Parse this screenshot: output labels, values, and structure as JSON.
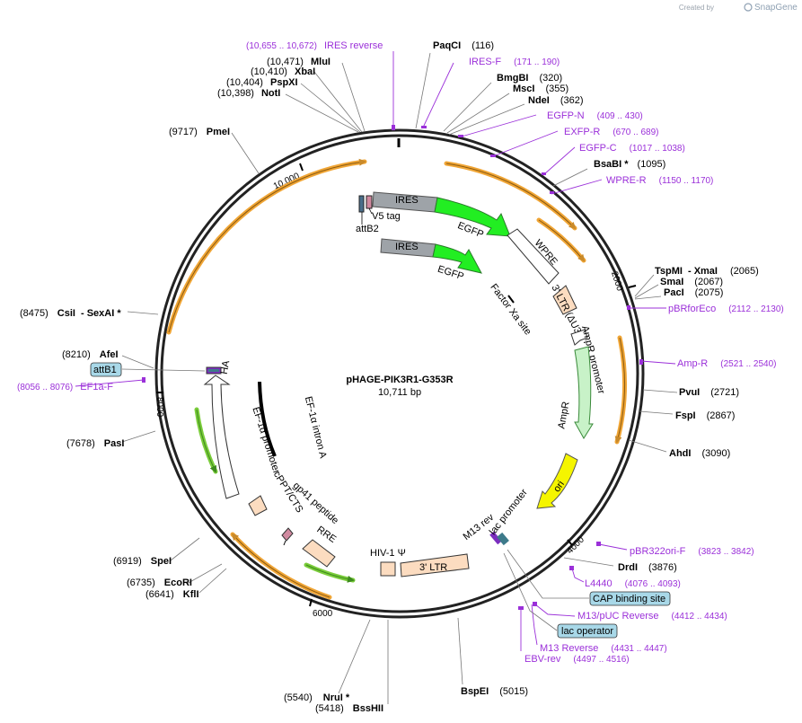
{
  "credit": {
    "prefix": "Created by",
    "brand": "SnapGene"
  },
  "plasmid": {
    "name": "pHAGE-PIK3R1-G353R",
    "size": "10,711 bp",
    "ticks": [
      "2000",
      "4000",
      "6000",
      "8000",
      "10,000"
    ]
  },
  "sites_enzyme": [
    {
      "id": "paqci",
      "name": "PaqCI",
      "suffix": "",
      "pos": "(116)"
    },
    {
      "id": "bmgbi",
      "name": "BmgBI",
      "suffix": "",
      "pos": "(320)"
    },
    {
      "id": "msci",
      "name": "MscI",
      "suffix": "",
      "pos": "(355)"
    },
    {
      "id": "ndei",
      "name": "NdeI",
      "suffix": "",
      "pos": "(362)"
    },
    {
      "id": "bsabi",
      "name": "BsaBI",
      "suffix": " *",
      "pos": "(1095)"
    },
    {
      "id": "tspmi",
      "name": "TspMI",
      "suffix": "",
      "pos": "(2065)"
    },
    {
      "id": "xmai",
      "name": "- XmaI",
      "suffix": "",
      "pos": ""
    },
    {
      "id": "smai",
      "name": "SmaI",
      "suffix": "",
      "pos": "(2067)"
    },
    {
      "id": "paci",
      "name": "PacI",
      "suffix": "",
      "pos": "(2075)"
    },
    {
      "id": "pvui",
      "name": "PvuI",
      "suffix": "",
      "pos": "(2721)"
    },
    {
      "id": "fspi",
      "name": "FspI",
      "suffix": "",
      "pos": "(2867)"
    },
    {
      "id": "ahdi",
      "name": "AhdI",
      "suffix": "",
      "pos": "(3090)"
    },
    {
      "id": "drdi",
      "name": "DrdI",
      "suffix": "",
      "pos": "(3876)"
    },
    {
      "id": "bspei",
      "name": "BspEI",
      "suffix": "",
      "pos": "(5015)"
    },
    {
      "id": "nrui",
      "name": "NruI",
      "suffix": " *",
      "pos": "(5540)"
    },
    {
      "id": "bsshii",
      "name": "BssHII",
      "suffix": "",
      "pos": "(5418)"
    },
    {
      "id": "kfli",
      "name": "KflI",
      "suffix": "",
      "pos": "(6641)"
    },
    {
      "id": "ecori",
      "name": "EcoRI",
      "suffix": "",
      "pos": "(6735)"
    },
    {
      "id": "spei",
      "name": "SpeI",
      "suffix": "",
      "pos": "(6919)"
    },
    {
      "id": "pasi",
      "name": "PasI",
      "suffix": "",
      "pos": "(7678)"
    },
    {
      "id": "afei",
      "name": "AfeI",
      "suffix": "",
      "pos": "(8210)"
    },
    {
      "id": "csii",
      "name": "CsiI",
      "suffix": "",
      "pos": "(8475)"
    },
    {
      "id": "sexai",
      "name": "- SexAI",
      "suffix": " *",
      "pos": ""
    },
    {
      "id": "pmei",
      "name": "PmeI",
      "suffix": "",
      "pos": "(9717)"
    },
    {
      "id": "noti",
      "name": "NotI",
      "suffix": "",
      "pos": "(10,398)"
    },
    {
      "id": "pspxi",
      "name": "PspXI",
      "suffix": "",
      "pos": "(10,404)"
    },
    {
      "id": "xbai",
      "name": "XbaI",
      "suffix": "",
      "pos": "(10,410)"
    },
    {
      "id": "mlui",
      "name": "MluI",
      "suffix": "",
      "pos": "(10,471)"
    }
  ],
  "sites_primer": [
    {
      "id": "ires-reverse",
      "name": "IRES reverse",
      "range": "(10,655 .. 10,672)"
    },
    {
      "id": "ires-f",
      "name": "IRES-F",
      "range": "(171 .. 190)"
    },
    {
      "id": "egfp-n",
      "name": "EGFP-N",
      "range": "(409 .. 430)"
    },
    {
      "id": "exfp-r",
      "name": "EXFP-R",
      "range": "(670 .. 689)"
    },
    {
      "id": "egfp-c",
      "name": "EGFP-C",
      "range": "(1017 .. 1038)"
    },
    {
      "id": "wpre-r",
      "name": "WPRE-R",
      "range": "(1150 .. 1170)"
    },
    {
      "id": "pbrforeco",
      "name": "pBRforEco",
      "range": "(2112 .. 2130)"
    },
    {
      "id": "amp-r",
      "name": "Amp-R",
      "range": "(2521 .. 2540)"
    },
    {
      "id": "pbr322ori-f",
      "name": "pBR322ori-F",
      "range": "(3823 .. 3842)"
    },
    {
      "id": "l4440",
      "name": "L4440",
      "range": "(4076 .. 4093)"
    },
    {
      "id": "m13-puc-reverse",
      "name": "M13/pUC Reverse",
      "range": "(4412 .. 4434)"
    },
    {
      "id": "m13-reverse",
      "name": "M13 Reverse",
      "range": "(4431 .. 4447)"
    },
    {
      "id": "ebv-rev",
      "name": "EBV-rev",
      "range": "(4497 .. 4516)"
    },
    {
      "id": "ef1a-f",
      "name": "EF1a-F",
      "range": "(8056 .. 8076)"
    }
  ],
  "boxed_labels": {
    "cap": "CAP binding site",
    "lacop": "lac operator",
    "attb1": "attB1"
  },
  "features": {
    "ires1": "IRES",
    "egfp1": "EGFP",
    "v5": "V5 tag",
    "attb2": "attB2",
    "ires2": "IRES",
    "egfp2": "EGFP",
    "wpre": "WPRE",
    "ltr3du3": "3' LTR (ΔU3)",
    "factorxa": "Factor Xa site",
    "ampr_promoter": "AmpR promoter",
    "ampr": "AmpR",
    "ori": "ori",
    "lac_promoter": "lac promoter",
    "m13rev": "M13 rev",
    "hiv_psi": "HIV-1 Ψ",
    "ltr3": "3' LTR",
    "rre": "RRE",
    "gp41": "gp41 peptide",
    "cppt": "cPPT/CTS",
    "ef1a_promoter": "EF-1α promoter",
    "ef1a_intron": "EF-1α intron A",
    "ha": "HA"
  },
  "colors": {
    "orf": "#f0a535",
    "ires": "#9ea3a8",
    "egfp": "#22ee22",
    "ori": "#f5f500",
    "ampr": "#c8f2c8",
    "ltr": "#fcdcc0",
    "primer": "#9b30d9",
    "box": "#a8d8e8"
  }
}
